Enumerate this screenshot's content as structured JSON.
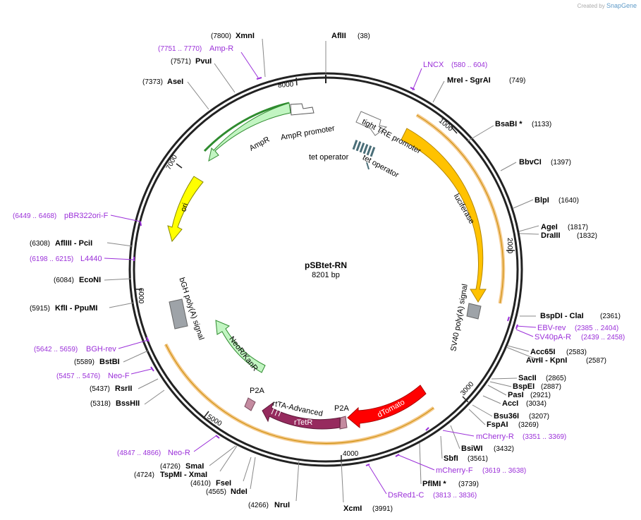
{
  "header": {
    "credit_prefix": "Created by",
    "credit_brand": "SnapGene"
  },
  "map": {
    "name": "pSBtet-RN",
    "size_label": "8201 bp",
    "length_bp": 8201,
    "scale_labels": [
      {
        "bp": 1000,
        "text": "1000"
      },
      {
        "bp": 2000,
        "text": "2000"
      },
      {
        "bp": 3000,
        "text": "3000"
      },
      {
        "bp": 4000,
        "text": "4000"
      },
      {
        "bp": 5000,
        "text": "5000"
      },
      {
        "bp": 6000,
        "text": "6000"
      },
      {
        "bp": 7000,
        "text": "7000"
      },
      {
        "bp": 8000,
        "text": "8000"
      }
    ]
  },
  "sites": [
    {
      "name": "XmnI",
      "pos": "(7800)",
      "bp": 7800
    },
    {
      "name": "AflII",
      "pos": "(38)",
      "bp": 38
    },
    {
      "name": "PvuI",
      "pos": "(7571)",
      "bp": 7571
    },
    {
      "name": "AseI",
      "pos": "(7373)",
      "bp": 7373
    },
    {
      "name": "MreI - SgrAI",
      "pos": "(749)",
      "bp": 749
    },
    {
      "name": "BsaBI *",
      "pos": "(1133)",
      "bp": 1133
    },
    {
      "name": "BbvCI",
      "pos": "(1397)",
      "bp": 1397
    },
    {
      "name": "BlpI",
      "pos": "(1640)",
      "bp": 1640
    },
    {
      "name": "AgeI",
      "pos": "(1817)",
      "bp": 1817
    },
    {
      "name": "DraIII",
      "pos": "(1832)",
      "bp": 1832
    },
    {
      "name": "BspDI - ClaI",
      "pos": "(2361)",
      "bp": 2361
    },
    {
      "name": "Acc65I",
      "pos": "(2583)",
      "bp": 2583
    },
    {
      "name": "AvrII - KpnI",
      "pos": "(2587)",
      "bp": 2587
    },
    {
      "name": "SacII",
      "pos": "(2865)",
      "bp": 2865
    },
    {
      "name": "BspEI",
      "pos": "(2887)",
      "bp": 2887
    },
    {
      "name": "PasI",
      "pos": "(2921)",
      "bp": 2921
    },
    {
      "name": "AccI",
      "pos": "(3034)",
      "bp": 3034
    },
    {
      "name": "Bsu36I",
      "pos": "(3207)",
      "bp": 3207
    },
    {
      "name": "FspAI",
      "pos": "(3269)",
      "bp": 3269
    },
    {
      "name": "BsiWI",
      "pos": "(3432)",
      "bp": 3432
    },
    {
      "name": "SbfI",
      "pos": "(3561)",
      "bp": 3561
    },
    {
      "name": "PflMI *",
      "pos": "(3739)",
      "bp": 3739
    },
    {
      "name": "XcmI",
      "pos": "(3991)",
      "bp": 3991
    },
    {
      "name": "NruI",
      "pos": "(4266)",
      "bp": 4266
    },
    {
      "name": "NdeI",
      "pos": "(4565)",
      "bp": 4565
    },
    {
      "name": "FseI",
      "pos": "(4610)",
      "bp": 4610
    },
    {
      "name": "TspMI - XmaI",
      "pos": "(4724)",
      "bp": 4724
    },
    {
      "name": "SmaI",
      "pos": "(4726)",
      "bp": 4726
    },
    {
      "name": "BssHII",
      "pos": "(5318)",
      "bp": 5318
    },
    {
      "name": "RsrII",
      "pos": "(5437)",
      "bp": 5437
    },
    {
      "name": "BstBI",
      "pos": "(5589)",
      "bp": 5589
    },
    {
      "name": "KflI - PpuMI",
      "pos": "(5915)",
      "bp": 5915
    },
    {
      "name": "EcoNI",
      "pos": "(6084)",
      "bp": 6084
    },
    {
      "name": "AflIII - PciI",
      "pos": "(6308)",
      "bp": 6308
    }
  ],
  "primers": [
    {
      "name": "Amp-R",
      "pos": "(7751 .. 7770)",
      "bp": 7760
    },
    {
      "name": "LNCX",
      "pos": "(580 .. 604)",
      "bp": 592
    },
    {
      "name": "EBV-rev",
      "pos": "(2385 .. 2404)",
      "bp": 2395
    },
    {
      "name": "SV40pA-R",
      "pos": "(2439 .. 2458)",
      "bp": 2449
    },
    {
      "name": "mCherry-R",
      "pos": "(3351 .. 3369)",
      "bp": 3360
    },
    {
      "name": "mCherry-F",
      "pos": "(3619 .. 3638)",
      "bp": 3628
    },
    {
      "name": "DsRed1-C",
      "pos": "(3813 .. 3836)",
      "bp": 3825
    },
    {
      "name": "Neo-R",
      "pos": "(4847 .. 4866)",
      "bp": 4857
    },
    {
      "name": "Neo-F",
      "pos": "(5457 .. 5476)",
      "bp": 5467
    },
    {
      "name": "BGH-rev",
      "pos": "(5642 .. 5659)",
      "bp": 5651
    },
    {
      "name": "L4440",
      "pos": "(6198 .. 6215)",
      "bp": 6207
    },
    {
      "name": "pBR322ori-F",
      "pos": "(6449 .. 6468)",
      "bp": 6459
    }
  ],
  "features": [
    {
      "name": "tight TRE promoter",
      "color": "#ffffff"
    },
    {
      "name": "tet operator",
      "color": "#4a6e78"
    },
    {
      "name": "tet operator",
      "color": "#4a6e78"
    },
    {
      "name": "luciferase",
      "color": "#ffc200"
    },
    {
      "name": "SV40 poly(A) signal",
      "color": "#9ea3a8"
    },
    {
      "name": "dTomato",
      "color": "#ff0000"
    },
    {
      "name": "P2A",
      "color": "#c48ba0"
    },
    {
      "name": "rTetR",
      "color": "#962a5e"
    },
    {
      "name": "rtTA-Advanced",
      "color": "#962a5e"
    },
    {
      "name": "P2A",
      "color": "#c48ba0"
    },
    {
      "name": "NeoR/KanR",
      "color": "#c2f5c2"
    },
    {
      "name": "bGH poly(A) signal",
      "color": "#9ea3a8"
    },
    {
      "name": "ori",
      "color": "#ffff00"
    },
    {
      "name": "AmpR",
      "color": "#c2f5c2"
    },
    {
      "name": "AmpR promoter",
      "color": "#ffffff"
    }
  ],
  "colors": {
    "backbone": "#222222",
    "primer": "#9b30d9",
    "orf_highlight": "#f5c98a",
    "ampr_orf": "#2e8b2e"
  }
}
